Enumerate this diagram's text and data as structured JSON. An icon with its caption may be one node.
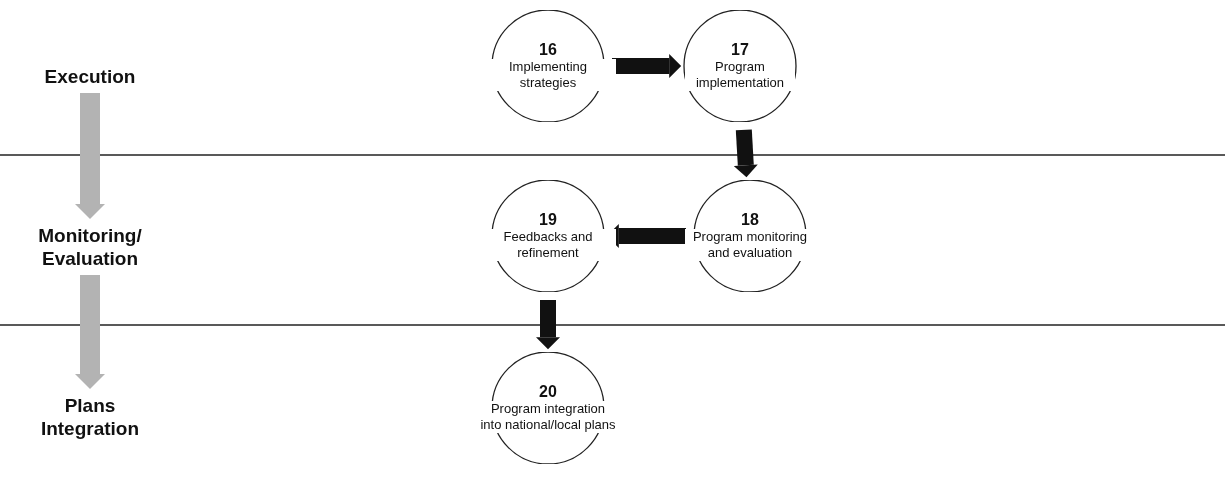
{
  "diagram": {
    "nodes": [
      {
        "text": [
          "Execution"
        ]
      },
      {
        "text": [
          "Monitoring/ Evaluation"
        ]
      },
      {
        "text": [
          "Plans Integration"
        ]
      },
      {
        "text": [
          "16",
          "Implementing strategies"
        ]
      },
      {
        "text": [
          "17",
          "Program implementation"
        ]
      },
      {
        "text": [
          "18",
          "Program monitoring and evaluation"
        ]
      },
      {
        "text": [
          "19",
          "Feedbacks and refinement"
        ]
      },
      {
        "text": [
          "20",
          "Program integration into national/local plans"
        ]
      }
    ],
    "edges": [
      {
        "from": 0,
        "to": 1,
        "arrow": "to",
        "color": "#b3b3b3"
      },
      {
        "from": 1,
        "to": 2,
        "arrow": "to",
        "color": "#b3b3b3"
      },
      {
        "from": 3,
        "to": 4,
        "arrow": "to"
      },
      {
        "from": 4,
        "to": 5,
        "arrow": "to"
      },
      {
        "from": 5,
        "to": 6,
        "arrow": "to"
      },
      {
        "from": 6,
        "to": 7,
        "arrow": "to"
      }
    ]
  }
}
